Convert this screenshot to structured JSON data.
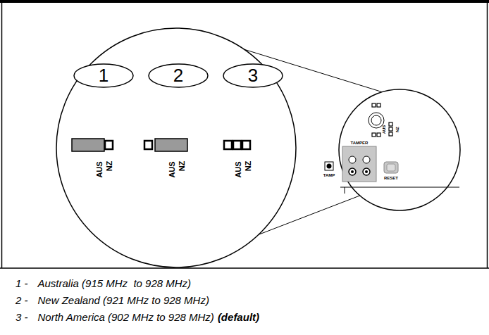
{
  "diagram": {
    "nodes": [
      {
        "text": [
          "1"
        ]
      },
      {
        "text": [
          "2"
        ]
      },
      {
        "text": [
          "3"
        ]
      }
    ],
    "labels": [
      "AUS",
      "NZ",
      "AUS",
      "NZ",
      "AUS",
      "NZ",
      "TAMPER",
      "TAMP",
      "RESET",
      "AUS",
      "NZ",
      "1 -",
      "Australia (915 MHz  to 928 MHz)",
      "2 -",
      "New Zealand (921 MHz to 928 MHz)",
      "3 -",
      "North America (902 MHz to 928 MHz)",
      "(default)"
    ]
  }
}
